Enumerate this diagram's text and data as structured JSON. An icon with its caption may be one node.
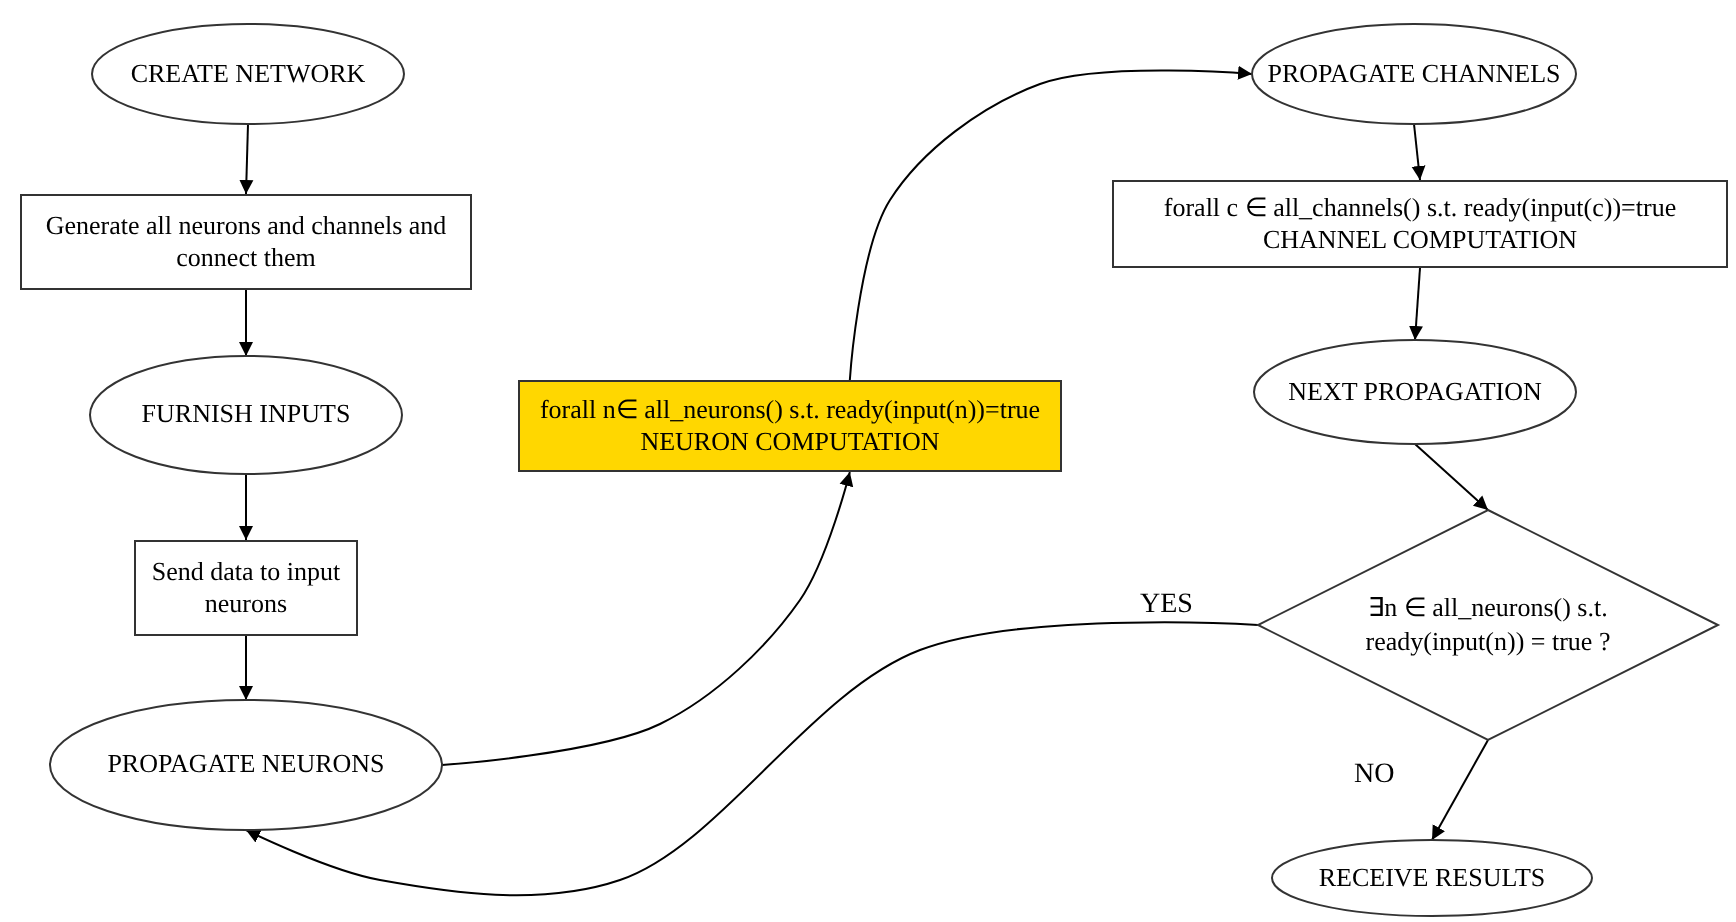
{
  "diagram": {
    "nodes": [
      {
        "text": [
          "CREATE NETWORK"
        ]
      },
      {
        "text": [
          "Generate all neurons and channels and connect them"
        ]
      },
      {
        "text": [
          "FURNISH INPUTS"
        ]
      },
      {
        "text": [
          "Send data to input neurons"
        ]
      },
      {
        "text": [
          "PROPAGATE NEURONS"
        ]
      },
      {
        "text": [
          "forall n∈ all_neurons() s.t. ready(input(n))=true",
          "NEURON COMPUTATION"
        ]
      },
      {
        "text": [
          "PROPAGATE CHANNELS"
        ]
      },
      {
        "text": [
          "forall c ∈ all_channels() s.t. ready(input(c))=true",
          "CHANNEL COMPUTATION"
        ]
      },
      {
        "text": [
          "NEXT PROPAGATION"
        ]
      },
      {
        "text": [
          "∃n ∈ all_neurons() s.t. ready(input(n)) = true ?"
        ]
      },
      {
        "text": [
          "RECEIVE RESULTS"
        ]
      }
    ],
    "edges": [
      {
        "from": 0,
        "to": 1,
        "arrow": "to"
      },
      {
        "from": 1,
        "to": 2,
        "arrow": "to"
      },
      {
        "from": 2,
        "to": 3,
        "arrow": "to"
      },
      {
        "from": 3,
        "to": 4,
        "arrow": "to"
      },
      {
        "from": 4,
        "to": 5,
        "arrow": "to"
      },
      {
        "from": 5,
        "to": 6,
        "arrow": "to"
      },
      {
        "from": 6,
        "to": 7,
        "arrow": "to"
      },
      {
        "from": 7,
        "to": 8,
        "arrow": "to"
      },
      {
        "from": 8,
        "to": 9,
        "arrow": "to"
      },
      {
        "from": 9,
        "to": 10,
        "arrow": "to",
        "label": "NO"
      },
      {
        "from": 9,
        "to": 4,
        "arrow": "to",
        "label": "YES"
      }
    ]
  }
}
